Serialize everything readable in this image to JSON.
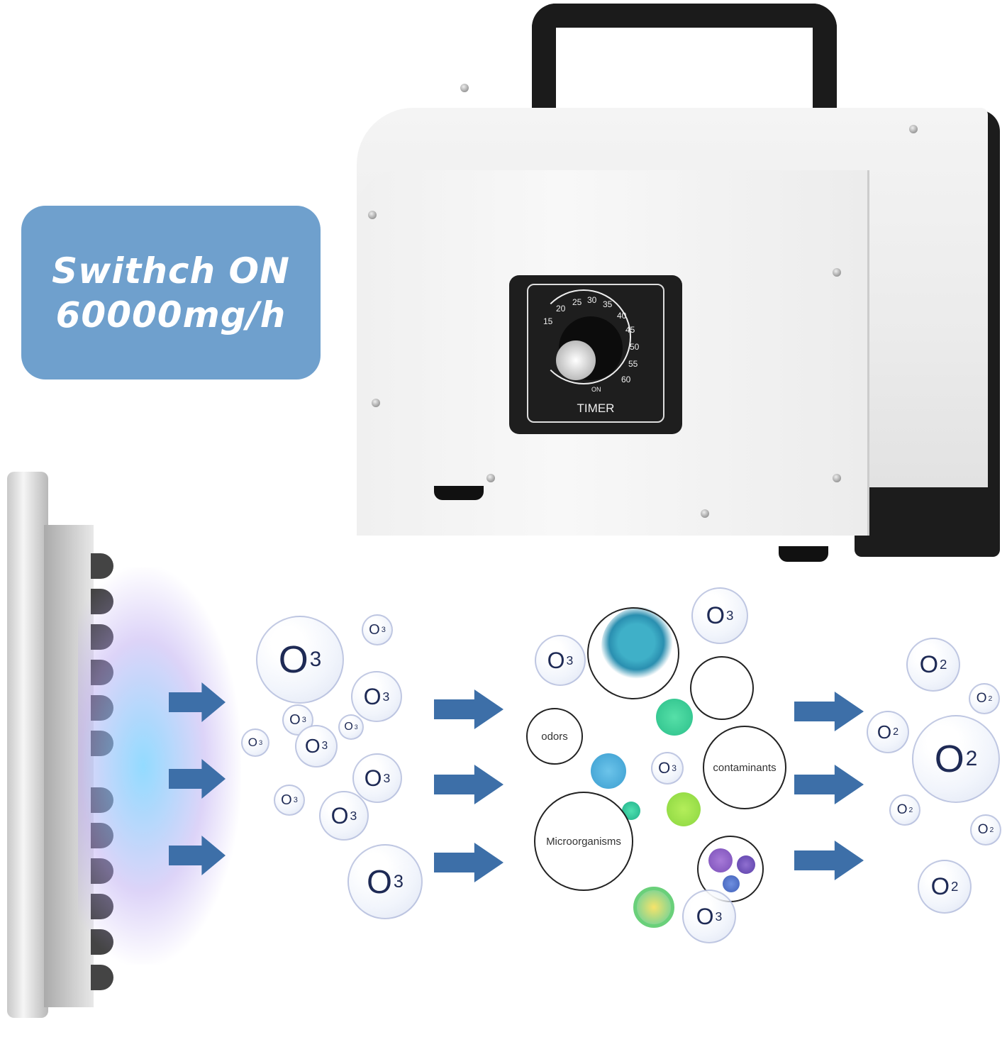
{
  "label": {
    "line1": "Swithch ON",
    "line2": "60000mg/h"
  },
  "timer": {
    "label": "TIMER",
    "on_label": "ON",
    "scale": [
      "15",
      "20",
      "25",
      "30",
      "35",
      "40",
      "45",
      "50",
      "55",
      "60"
    ]
  },
  "molecules": {
    "ozone": {
      "base": "O",
      "sub": "3"
    },
    "oxygen": {
      "base": "O",
      "sub": "2"
    }
  },
  "targets": {
    "odors": "odors",
    "contaminants": "contaminants",
    "microorganisms": "Microorganisms"
  },
  "colors": {
    "label_bg": "#6fa0cd",
    "arrow": "#3d6fa8",
    "device_body": "#f0f0f0",
    "device_side": "#1c1c1c"
  }
}
